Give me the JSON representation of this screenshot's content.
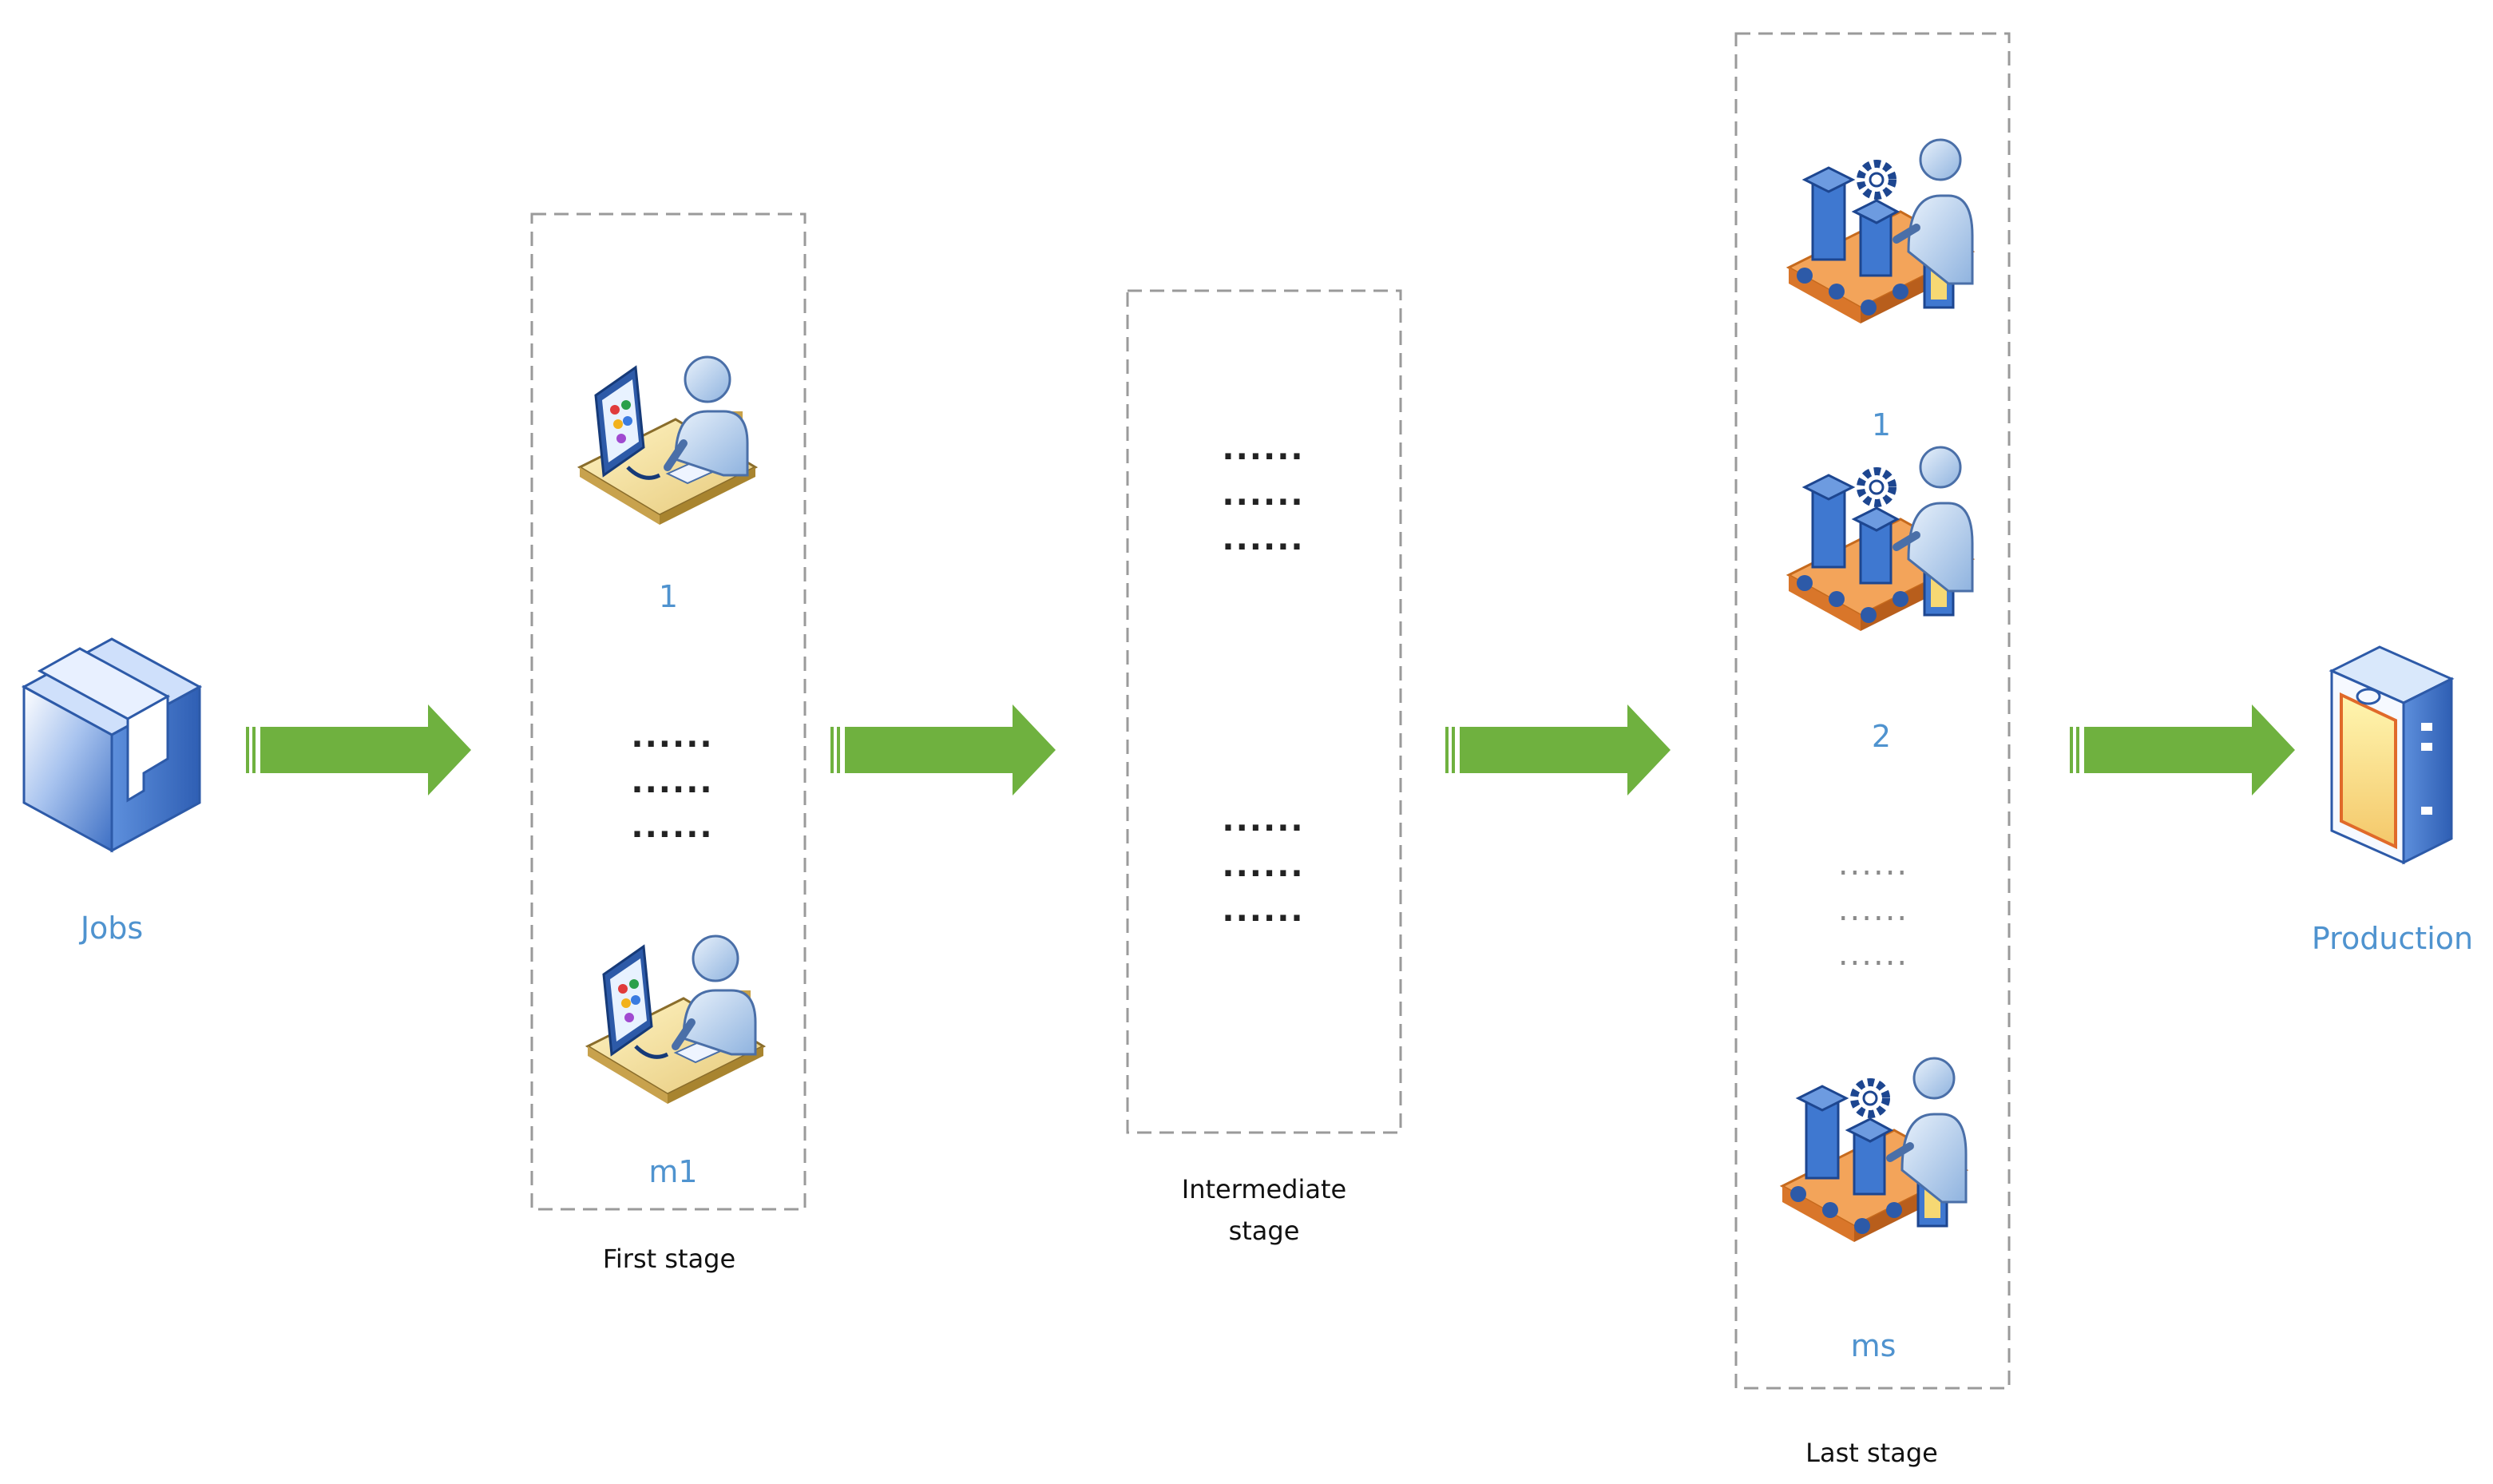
{
  "source": {
    "label": "Jobs",
    "icon": "package-box-icon"
  },
  "sink": {
    "label": "Production",
    "icon": "product-package-icon"
  },
  "stages": [
    {
      "caption": "First stage",
      "machines": [
        {
          "label": "1",
          "icon": "designer-workstation-icon"
        },
        {
          "label": "m1",
          "icon": "designer-workstation-icon"
        }
      ],
      "ellipsis": [
        "......",
        "......",
        "......"
      ]
    },
    {
      "caption_lines": [
        "Intermediate",
        "stage"
      ],
      "ellipsis_groups": [
        [
          "......",
          "......",
          "......"
        ],
        [
          "......",
          "......",
          "......"
        ]
      ]
    },
    {
      "caption": "Last stage",
      "machines": [
        {
          "label": "1",
          "icon": "assembly-line-worker-icon"
        },
        {
          "label": "2",
          "icon": "assembly-line-worker-icon"
        },
        {
          "label": "ms",
          "icon": "assembly-line-worker-icon"
        }
      ],
      "ellipsis": [
        "......",
        "......",
        "......"
      ]
    }
  ],
  "colors": {
    "arrow": "#6fb13f",
    "label_blue": "#4f93cf",
    "box_dash": "#9a9a9a"
  }
}
